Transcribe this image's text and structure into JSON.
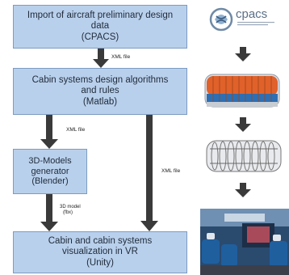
{
  "boxes": {
    "import": [
      "Import of aircraft preliminary design",
      "data",
      "(CPACS)"
    ],
    "algorithms": [
      "Cabin systems design algorithms",
      "and rules",
      "(Matlab)"
    ],
    "models": [
      "3D-Models",
      "generator",
      "(Blender)"
    ],
    "visualization": [
      "Cabin and cabin systems",
      "visualization in VR",
      "(Unity)"
    ]
  },
  "labels": {
    "xml_1": "XML file",
    "xml_2": "XML file",
    "xml_3": "XML file",
    "model_1": "3D model",
    "model_2": "(fbx)"
  },
  "logo": {
    "text": "cpacs"
  },
  "colors": {
    "box_fill": "#b9d0ec",
    "box_border": "#7c9bc3",
    "arrow": "#3a3a3a",
    "fuselage_orange": "#e0612a",
    "fuselage_blue": "#2e6fb3"
  }
}
